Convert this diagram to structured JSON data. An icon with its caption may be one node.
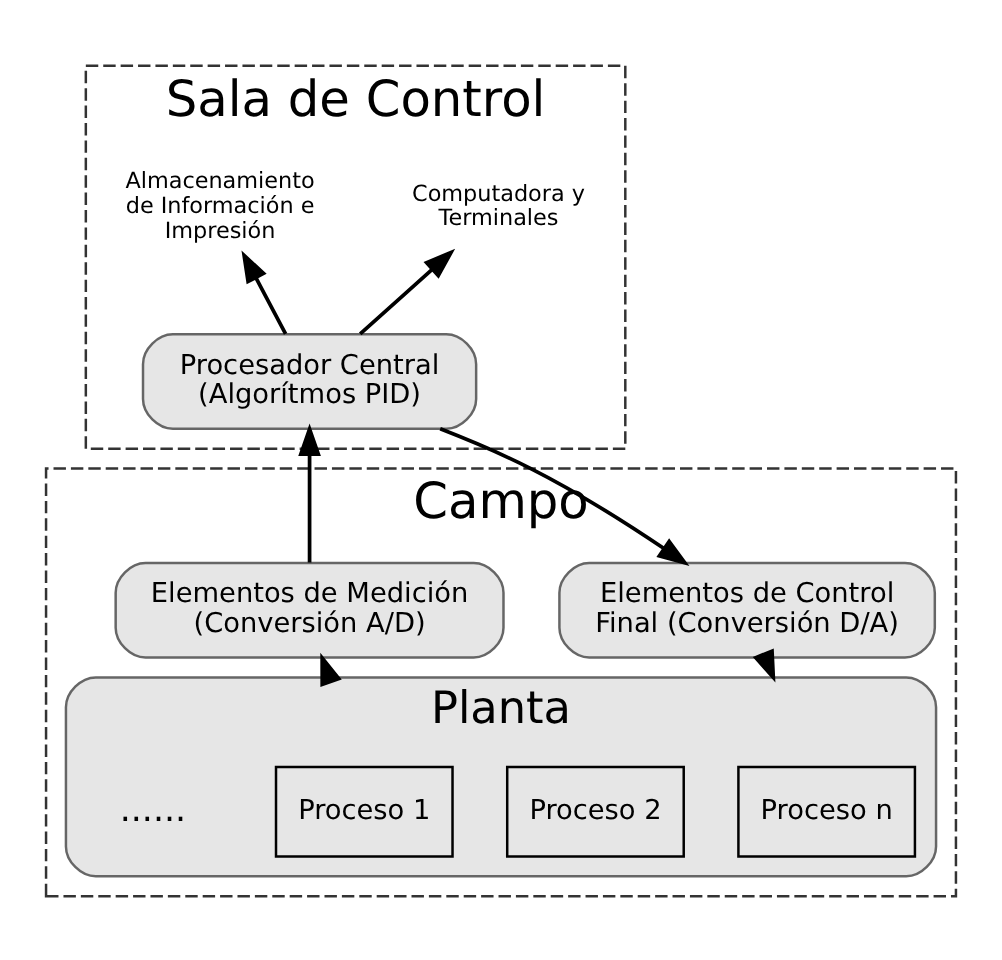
{
  "diagram": {
    "nodes": [
      {
        "text": [
          "Sala de Control"
        ]
      },
      {
        "text": [
          "Computadora y Terminales"
        ],
        "in": 0
      },
      {
        "text": [
          "Almacenamiento de Información e Impresión"
        ],
        "in": 0
      },
      {
        "text": [
          "Procesador Central (Algorítmos PID)"
        ],
        "in": 0
      },
      {
        "text": [
          "Campo"
        ]
      },
      {
        "text": [
          "Elementos de Medición (Conversión A/D)"
        ],
        "in": 4
      },
      {
        "text": [
          "Elementos de Control Final (Conversión D/A)"
        ],
        "in": 4
      },
      {
        "text": [
          "Planta"
        ],
        "in": 4
      },
      {
        "text": [
          "Proceso 1"
        ],
        "in": 7
      },
      {
        "text": [
          "Proceso 2"
        ],
        "in": 7
      },
      {
        "text": [
          "Proceso n"
        ],
        "in": 7
      }
    ],
    "edges": [
      {
        "from": 3,
        "to": 1,
        "arrow": "to"
      },
      {
        "from": 3,
        "to": 2,
        "arrow": "to"
      },
      {
        "from": 5,
        "to": 3,
        "arrow": "to"
      },
      {
        "from": 3,
        "to": 6,
        "arrow": "to"
      },
      {
        "from": 7,
        "to": 5,
        "arrow": "to"
      },
      {
        "from": 6,
        "to": 7,
        "arrow": "to"
      }
    ],
    "labels": [
      "......"
    ]
  }
}
